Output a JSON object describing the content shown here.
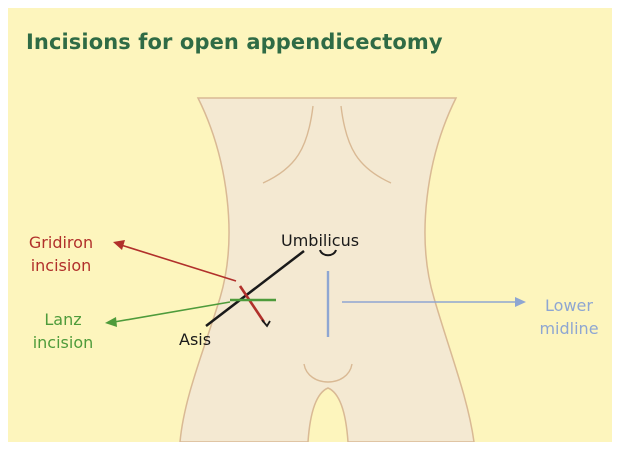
{
  "title": "Incisions for open appendicectomy",
  "labels": {
    "gridiron": [
      "Gridiron",
      "incision"
    ],
    "lanz": [
      "Lanz",
      "incision"
    ],
    "lower_midline": [
      "Lower",
      "midline"
    ],
    "umbilicus": "Umbilicus",
    "asis": "Asis"
  },
  "colors": {
    "background": "#fdf5bd",
    "title": "#2f6b45",
    "body_fill": "#f4e9d2",
    "body_outline": "#d9b994",
    "gridiron": "#b1302b",
    "lanz": "#4e9b3b",
    "lower_midline": "#8ea6d2",
    "landmark": "#1a1a1a"
  }
}
